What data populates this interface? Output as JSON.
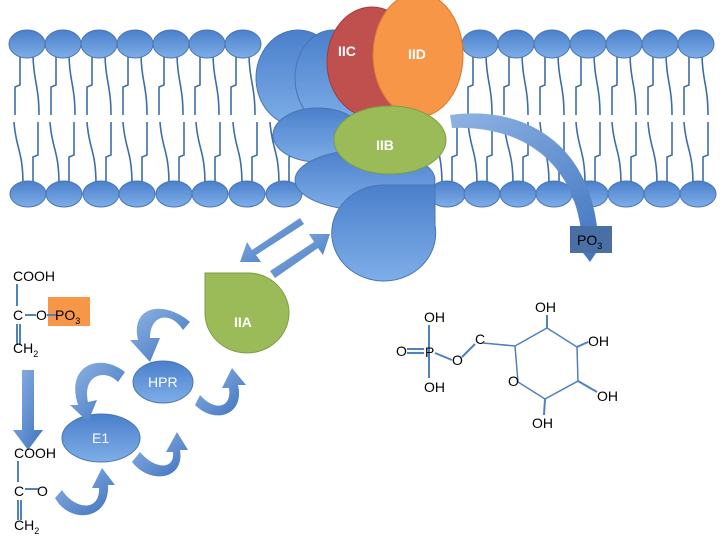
{
  "proteins": {
    "iic": "IIC",
    "iid": "IID",
    "iib": "IIB",
    "iia": "IIA",
    "hpr": "HPR",
    "e1": "E1"
  },
  "phosphate_label": {
    "main": "PO",
    "sub": "3"
  },
  "pep": {
    "cooh": "COOH",
    "c": "C",
    "o": "O",
    "po": "PO",
    "po_sub": "3",
    "ch": "CH",
    "ch_sub": "2"
  },
  "pyruvate": {
    "cooh": "COOH",
    "c": "C",
    "o": "O",
    "ch": "CH",
    "ch_sub": "2"
  },
  "sugar_phosphate": {
    "oh_top": "OH",
    "oh_bottom": "OH",
    "o_double": "O",
    "p": "P",
    "o_link": "O",
    "c": "C",
    "ring_o": "O",
    "oh1": "OH",
    "oh2": "OH",
    "oh3": "OH",
    "oh4": "OH"
  },
  "colors": {
    "blue": "#4f81bd",
    "red": "#c0504d",
    "orange": "#f79646",
    "green": "#9bbb59",
    "dark_blue": "#4a6fa5"
  }
}
